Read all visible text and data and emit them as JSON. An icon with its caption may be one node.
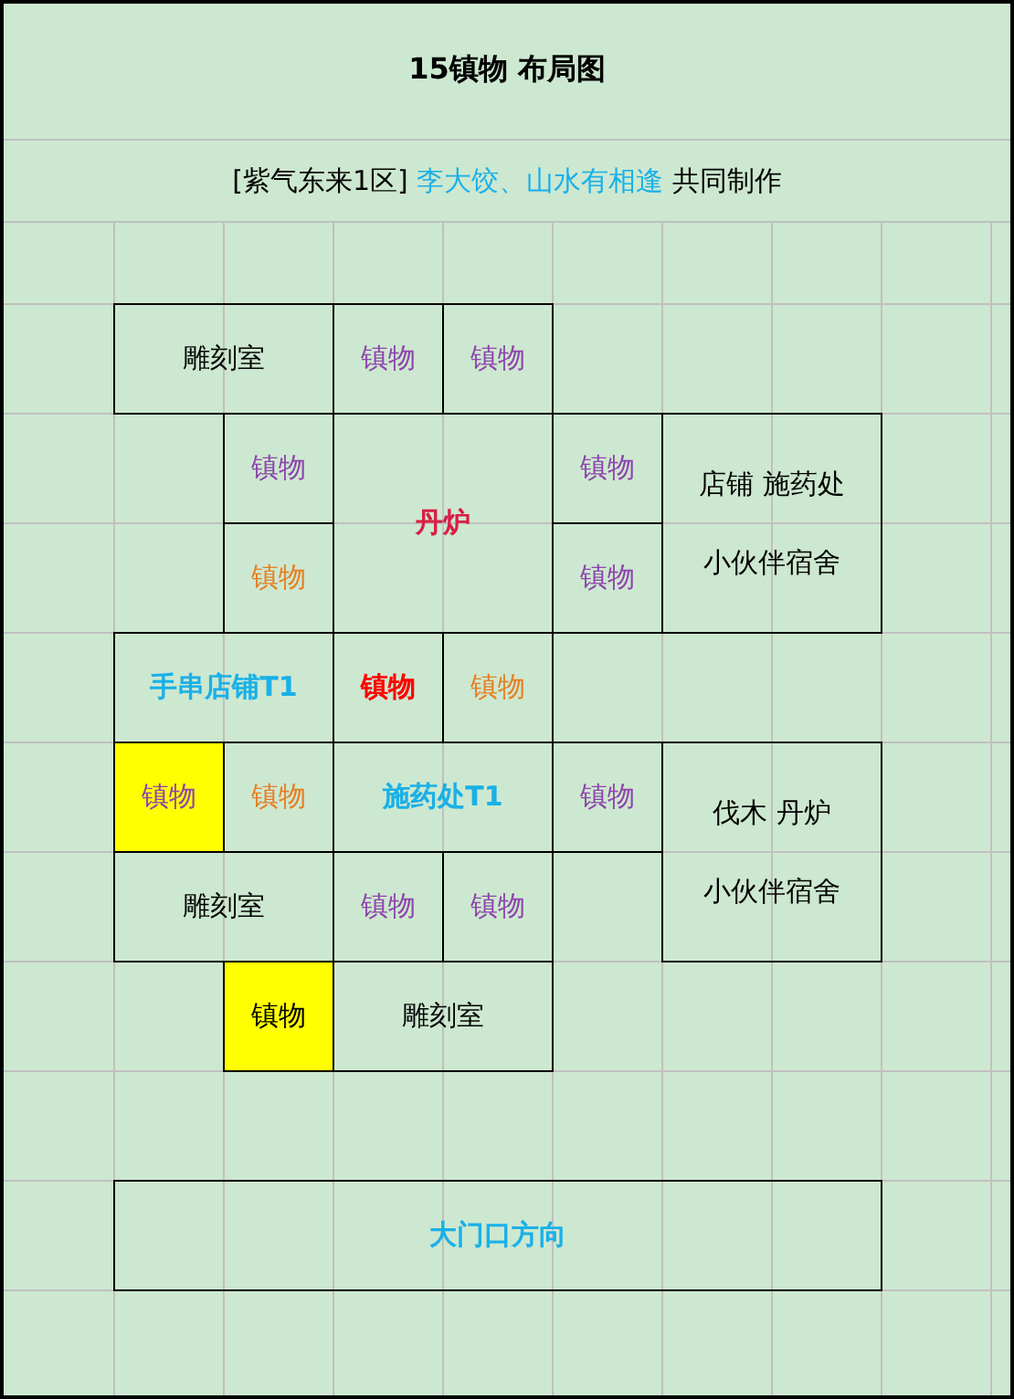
{
  "diagram": {
    "title": "15镇物 布局图",
    "nodes": [
      {
        "text": [
          "雕刻室"
        ]
      },
      {
        "text": [
          "镇物"
        ]
      },
      {
        "text": [
          "镇物"
        ]
      },
      {
        "text": [
          "镇物"
        ]
      },
      {
        "text": [
          "丹炉"
        ]
      },
      {
        "text": [
          "镇物"
        ]
      },
      {
        "text": [
          "店铺 施药处",
          "小伙伴宿舍"
        ]
      },
      {
        "text": [
          "镇物"
        ]
      },
      {
        "text": [
          "镇物"
        ]
      },
      {
        "text": [
          "手串店铺T1"
        ]
      },
      {
        "text": [
          "镇物"
        ]
      },
      {
        "text": [
          "镇物"
        ]
      },
      {
        "text": [
          "镇物"
        ]
      },
      {
        "text": [
          "镇物"
        ]
      },
      {
        "text": [
          "施药处T1"
        ]
      },
      {
        "text": [
          "镇物"
        ]
      },
      {
        "text": [
          "伐木 丹炉",
          "小伙伴宿舍"
        ]
      },
      {
        "text": [
          "雕刻室"
        ]
      },
      {
        "text": [
          "镇物"
        ]
      },
      {
        "text": [
          "镇物"
        ]
      },
      {
        "text": [
          "镇物"
        ]
      },
      {
        "text": [
          "雕刻室"
        ]
      },
      {
        "text": [
          "大门口方向"
        ]
      }
    ],
    "labels": [
      "[紫气东来1区]",
      "李大饺、山水有相逢",
      "共同制作"
    ]
  }
}
